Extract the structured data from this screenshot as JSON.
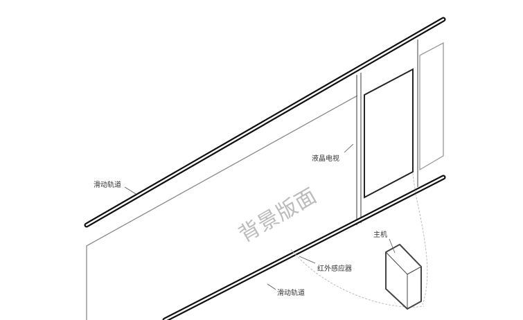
{
  "labels": {
    "rail_top": "滑动轨道",
    "tv": "液晶电视",
    "panel": "背景版面",
    "sensor": "红外感应器",
    "rail_bottom": "滑动轨道",
    "host": "主机"
  },
  "colors": {
    "rail": "#111111",
    "panel_line": "#888888",
    "text": "#333333",
    "panel_text": "#bbbbbb"
  }
}
